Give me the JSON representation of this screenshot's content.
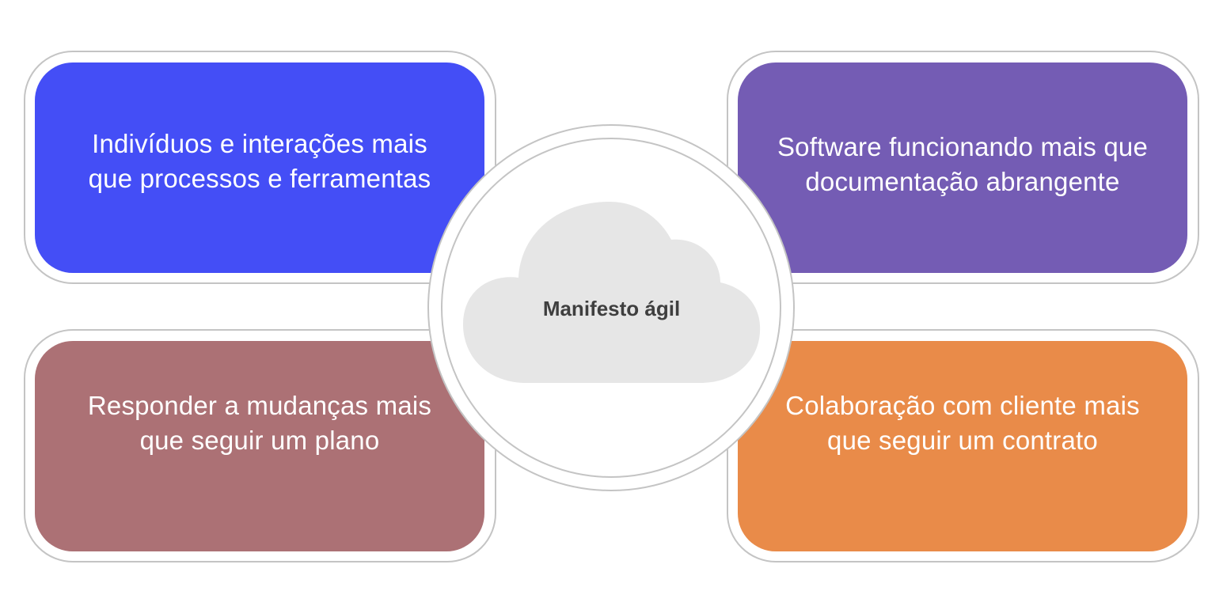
{
  "diagram": {
    "center": {
      "label": "Manifesto ágil",
      "icon": "cloud-icon"
    },
    "cards": [
      {
        "id": "top-left",
        "text": "Indivíduos e interações mais que processos e ferramentas",
        "color": "#444ef6"
      },
      {
        "id": "top-right",
        "text": "Software funcionando mais que documentação abrangente",
        "color": "#745cb4"
      },
      {
        "id": "bottom-left",
        "text": "Responder a mudanças mais que seguir um plano",
        "color": "#ac7175"
      },
      {
        "id": "bottom-right",
        "text": "Colaboração com cliente mais que seguir um contrato",
        "color": "#e98b49"
      }
    ],
    "colors": {
      "frame_border": "#c4c4c4",
      "cloud_fill": "#e6e6e6",
      "center_text": "#3f3f3f"
    }
  }
}
